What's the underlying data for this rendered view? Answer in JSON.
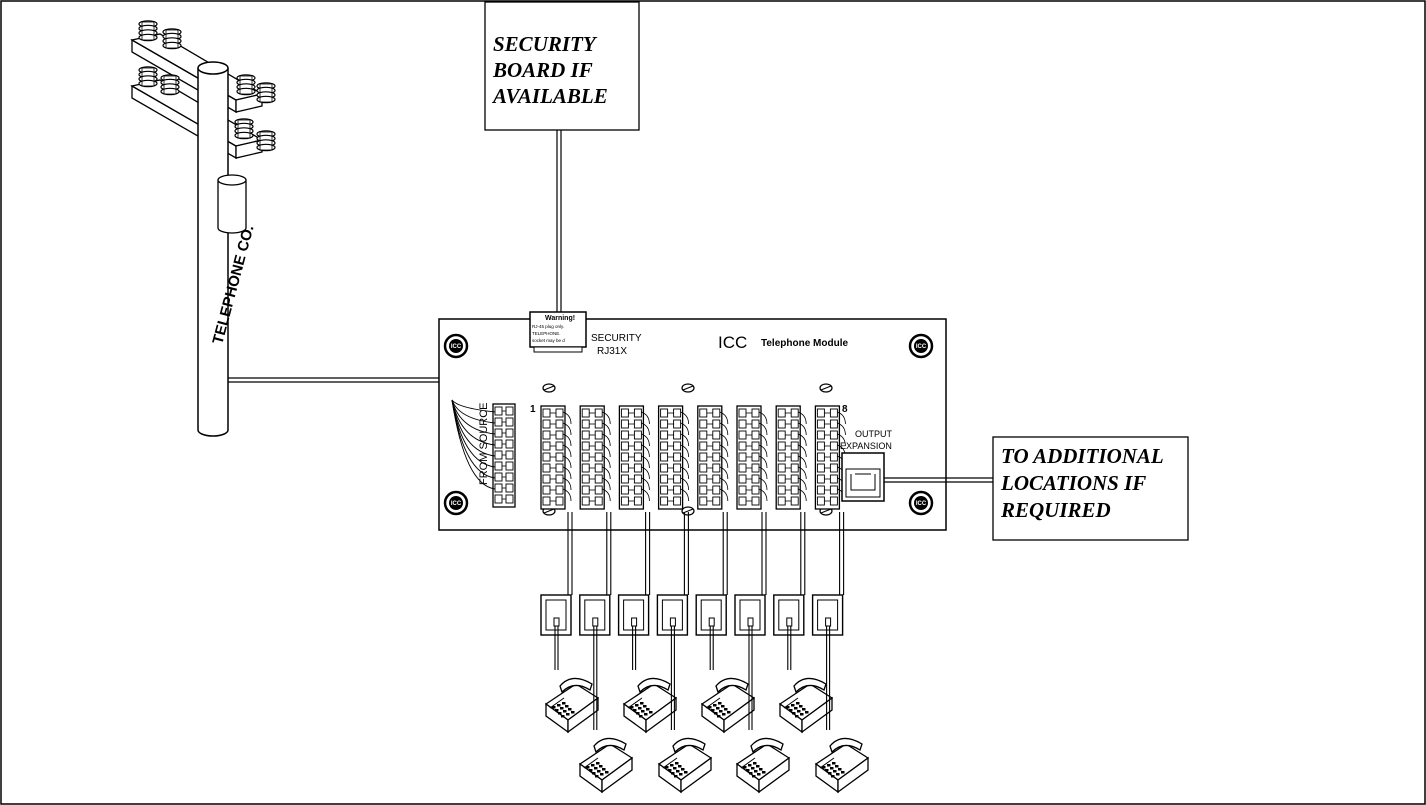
{
  "pole": {
    "label": "TELEPHONE CO."
  },
  "callouts": {
    "security_board": [
      "SECURITY",
      "BOARD IF",
      "AVAILABLE"
    ],
    "additional_locations": [
      "TO ADDITIONAL",
      "LOCATIONS IF",
      "REQUIRED"
    ]
  },
  "module": {
    "brand": "ICC",
    "name": "Telephone Module",
    "logo_text": "ICC",
    "security_jack": {
      "label_line1": "SECURITY",
      "label_line2": "RJ31X"
    },
    "warning": {
      "title": "Warning!",
      "line1": "RJ-45 plug only.",
      "line2": "TELEPHONE.",
      "line3": "socket may be d"
    },
    "source_label": "FROM SOURCE",
    "first_output": "1",
    "last_output": "8",
    "output_expansion": {
      "line1": "OUTPUT",
      "line2": "EXPANSION"
    }
  },
  "outputs": {
    "count": 8,
    "phones": 8
  }
}
